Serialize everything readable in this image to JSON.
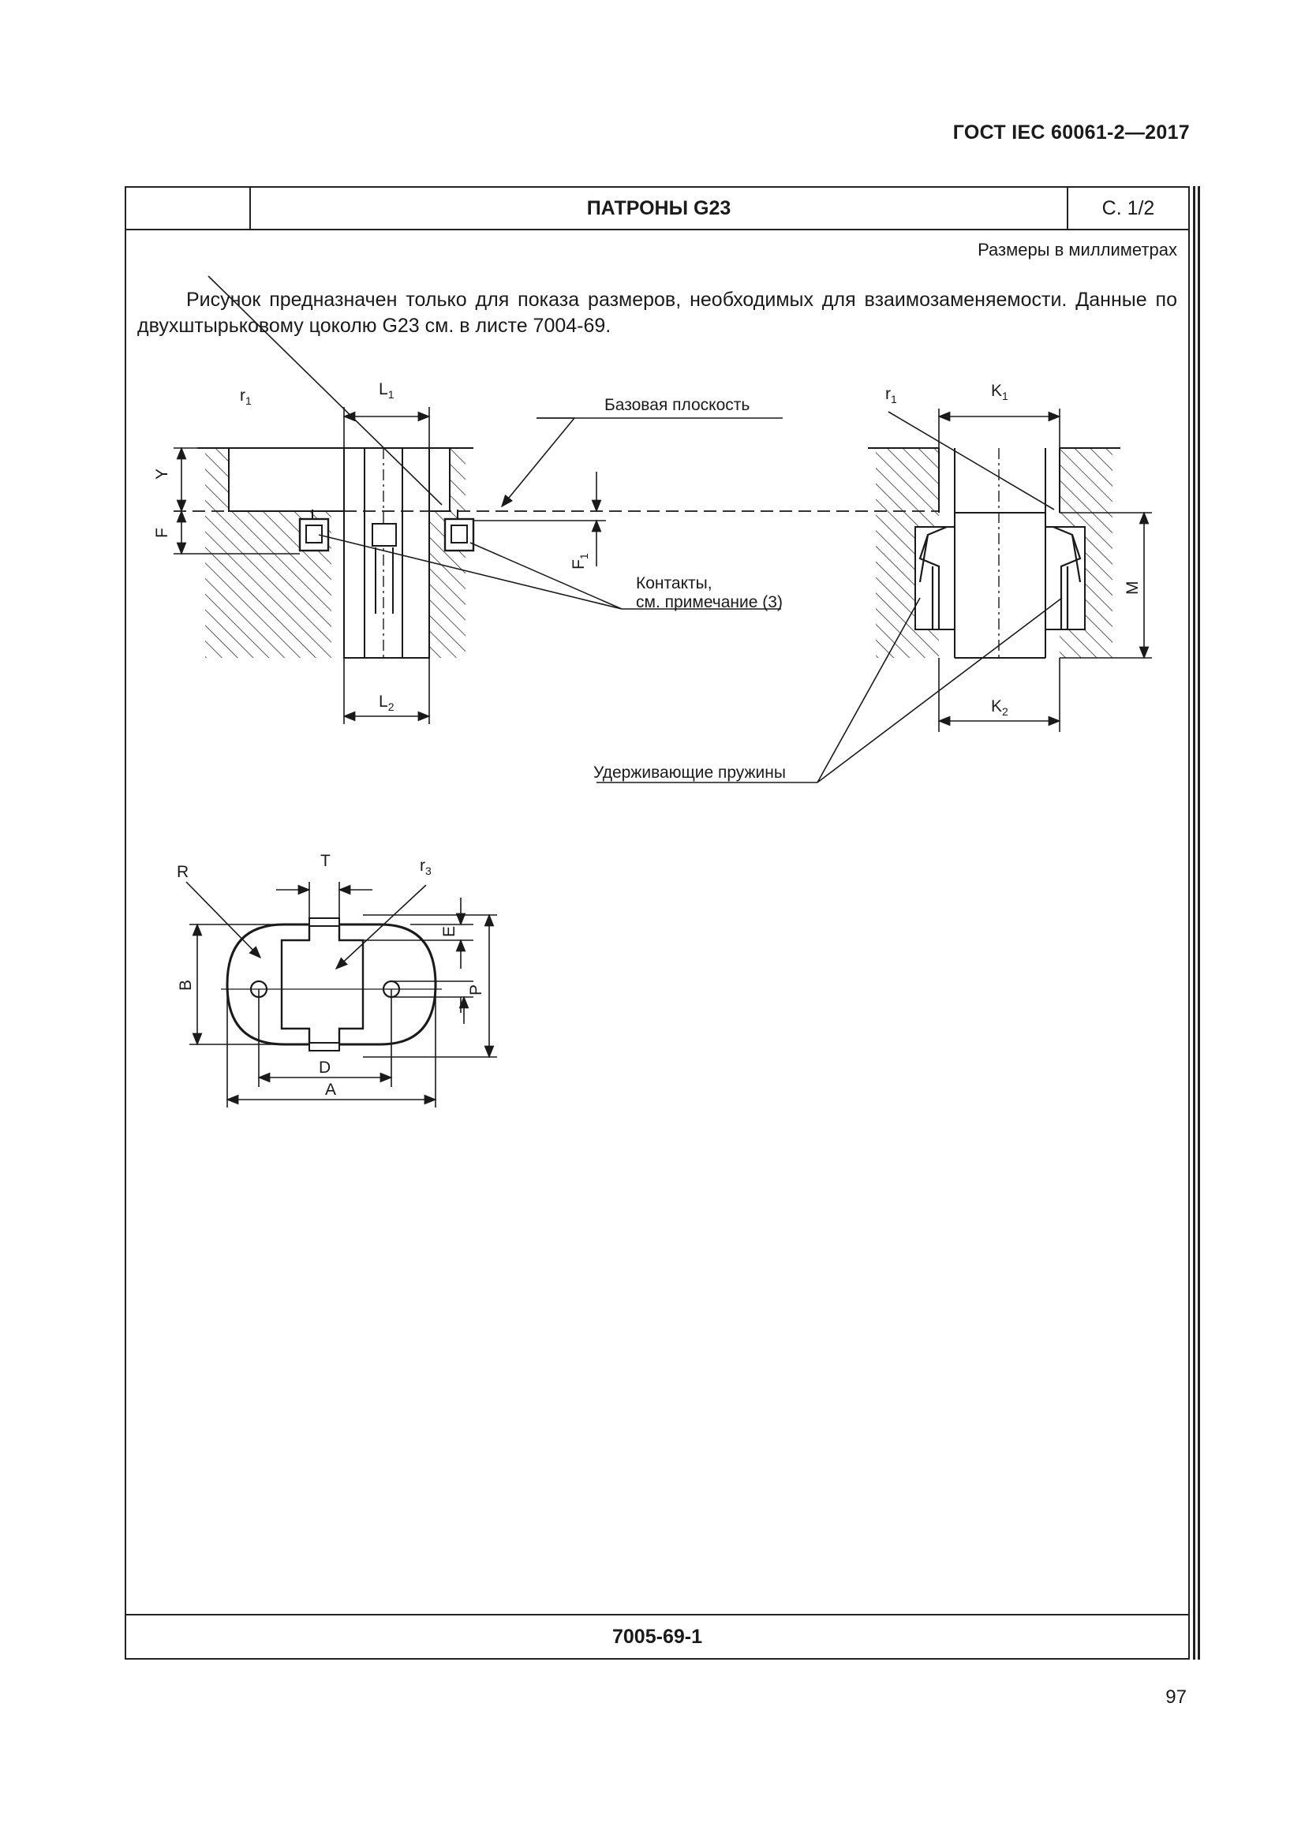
{
  "header": {
    "standard": "ГОСТ IEC 60061-2—2017"
  },
  "sheet": {
    "title": "ПАТРОНЫ G23",
    "page_ref": "С. 1/2",
    "units_note": "Размеры в миллиметрах",
    "description": "Рисунок предназначен только для показа размеров, необходимых для взаимозаменяемости. Данные по двухштырьковому цоколю G23 см. в листе 7004-69.",
    "sheet_number": "7005-69-1"
  },
  "drawing": {
    "labels": {
      "l1": "L",
      "l1_sub": "1",
      "l2": "L",
      "l2_sub": "2",
      "r1_left": "r",
      "r1_left_sub": "1",
      "r1_right": "r",
      "r1_right_sub": "1",
      "y": "Y",
      "f": "F",
      "f1": "F",
      "f1_sub": "1",
      "k1": "K",
      "k1_sub": "1",
      "k2": "K",
      "k2_sub": "2",
      "m": "M",
      "base_plane": "Базовая плоскость",
      "contacts_line1": "Контакты,",
      "contacts_line2": "см. примечание (3)",
      "springs": "Удерживающие пружины",
      "t": "T",
      "r": "R",
      "r3": "r",
      "r3_sub": "3",
      "e": "E",
      "b": "B",
      "p": "P",
      "d": "D",
      "a": "A"
    }
  },
  "page_number": "97"
}
